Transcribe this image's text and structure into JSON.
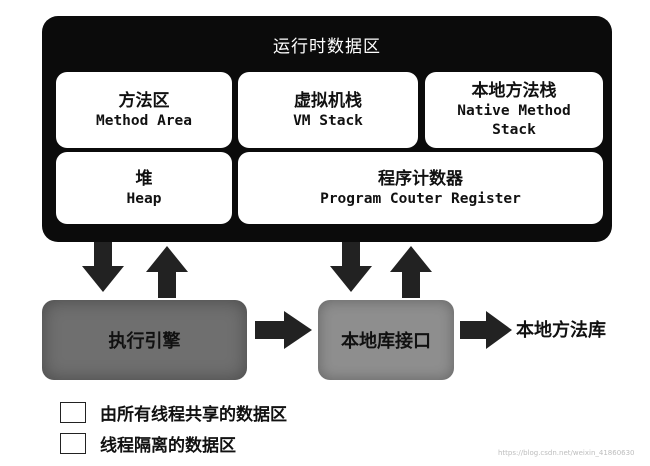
{
  "runtime_area": {
    "title": "运行时数据区",
    "method_area": {
      "zh": "方法区",
      "en": "Method Area"
    },
    "vm_stack": {
      "zh": "虚拟机栈",
      "en": "VM Stack"
    },
    "native_method_stack": {
      "zh": "本地方法栈",
      "en": "Native Method\nStack"
    },
    "heap": {
      "zh": "堆",
      "en": "Heap"
    },
    "pc_register": {
      "zh": "程序计数器",
      "en": "Program Couter Register"
    }
  },
  "execution_engine": "执行引擎",
  "native_interface": "本地库接口",
  "native_library": "本地方法库",
  "legend": [
    {
      "label": "由所有线程共享的数据区"
    },
    {
      "label": "线程隔离的数据区"
    }
  ],
  "watermark": "https://blog.csdn.net/weixin_41860630",
  "colors": {
    "runtime_bg": "#0b0b0b",
    "engine": "#6f6f6f",
    "interface": "#8e8e8e",
    "arrow": "#222222"
  }
}
